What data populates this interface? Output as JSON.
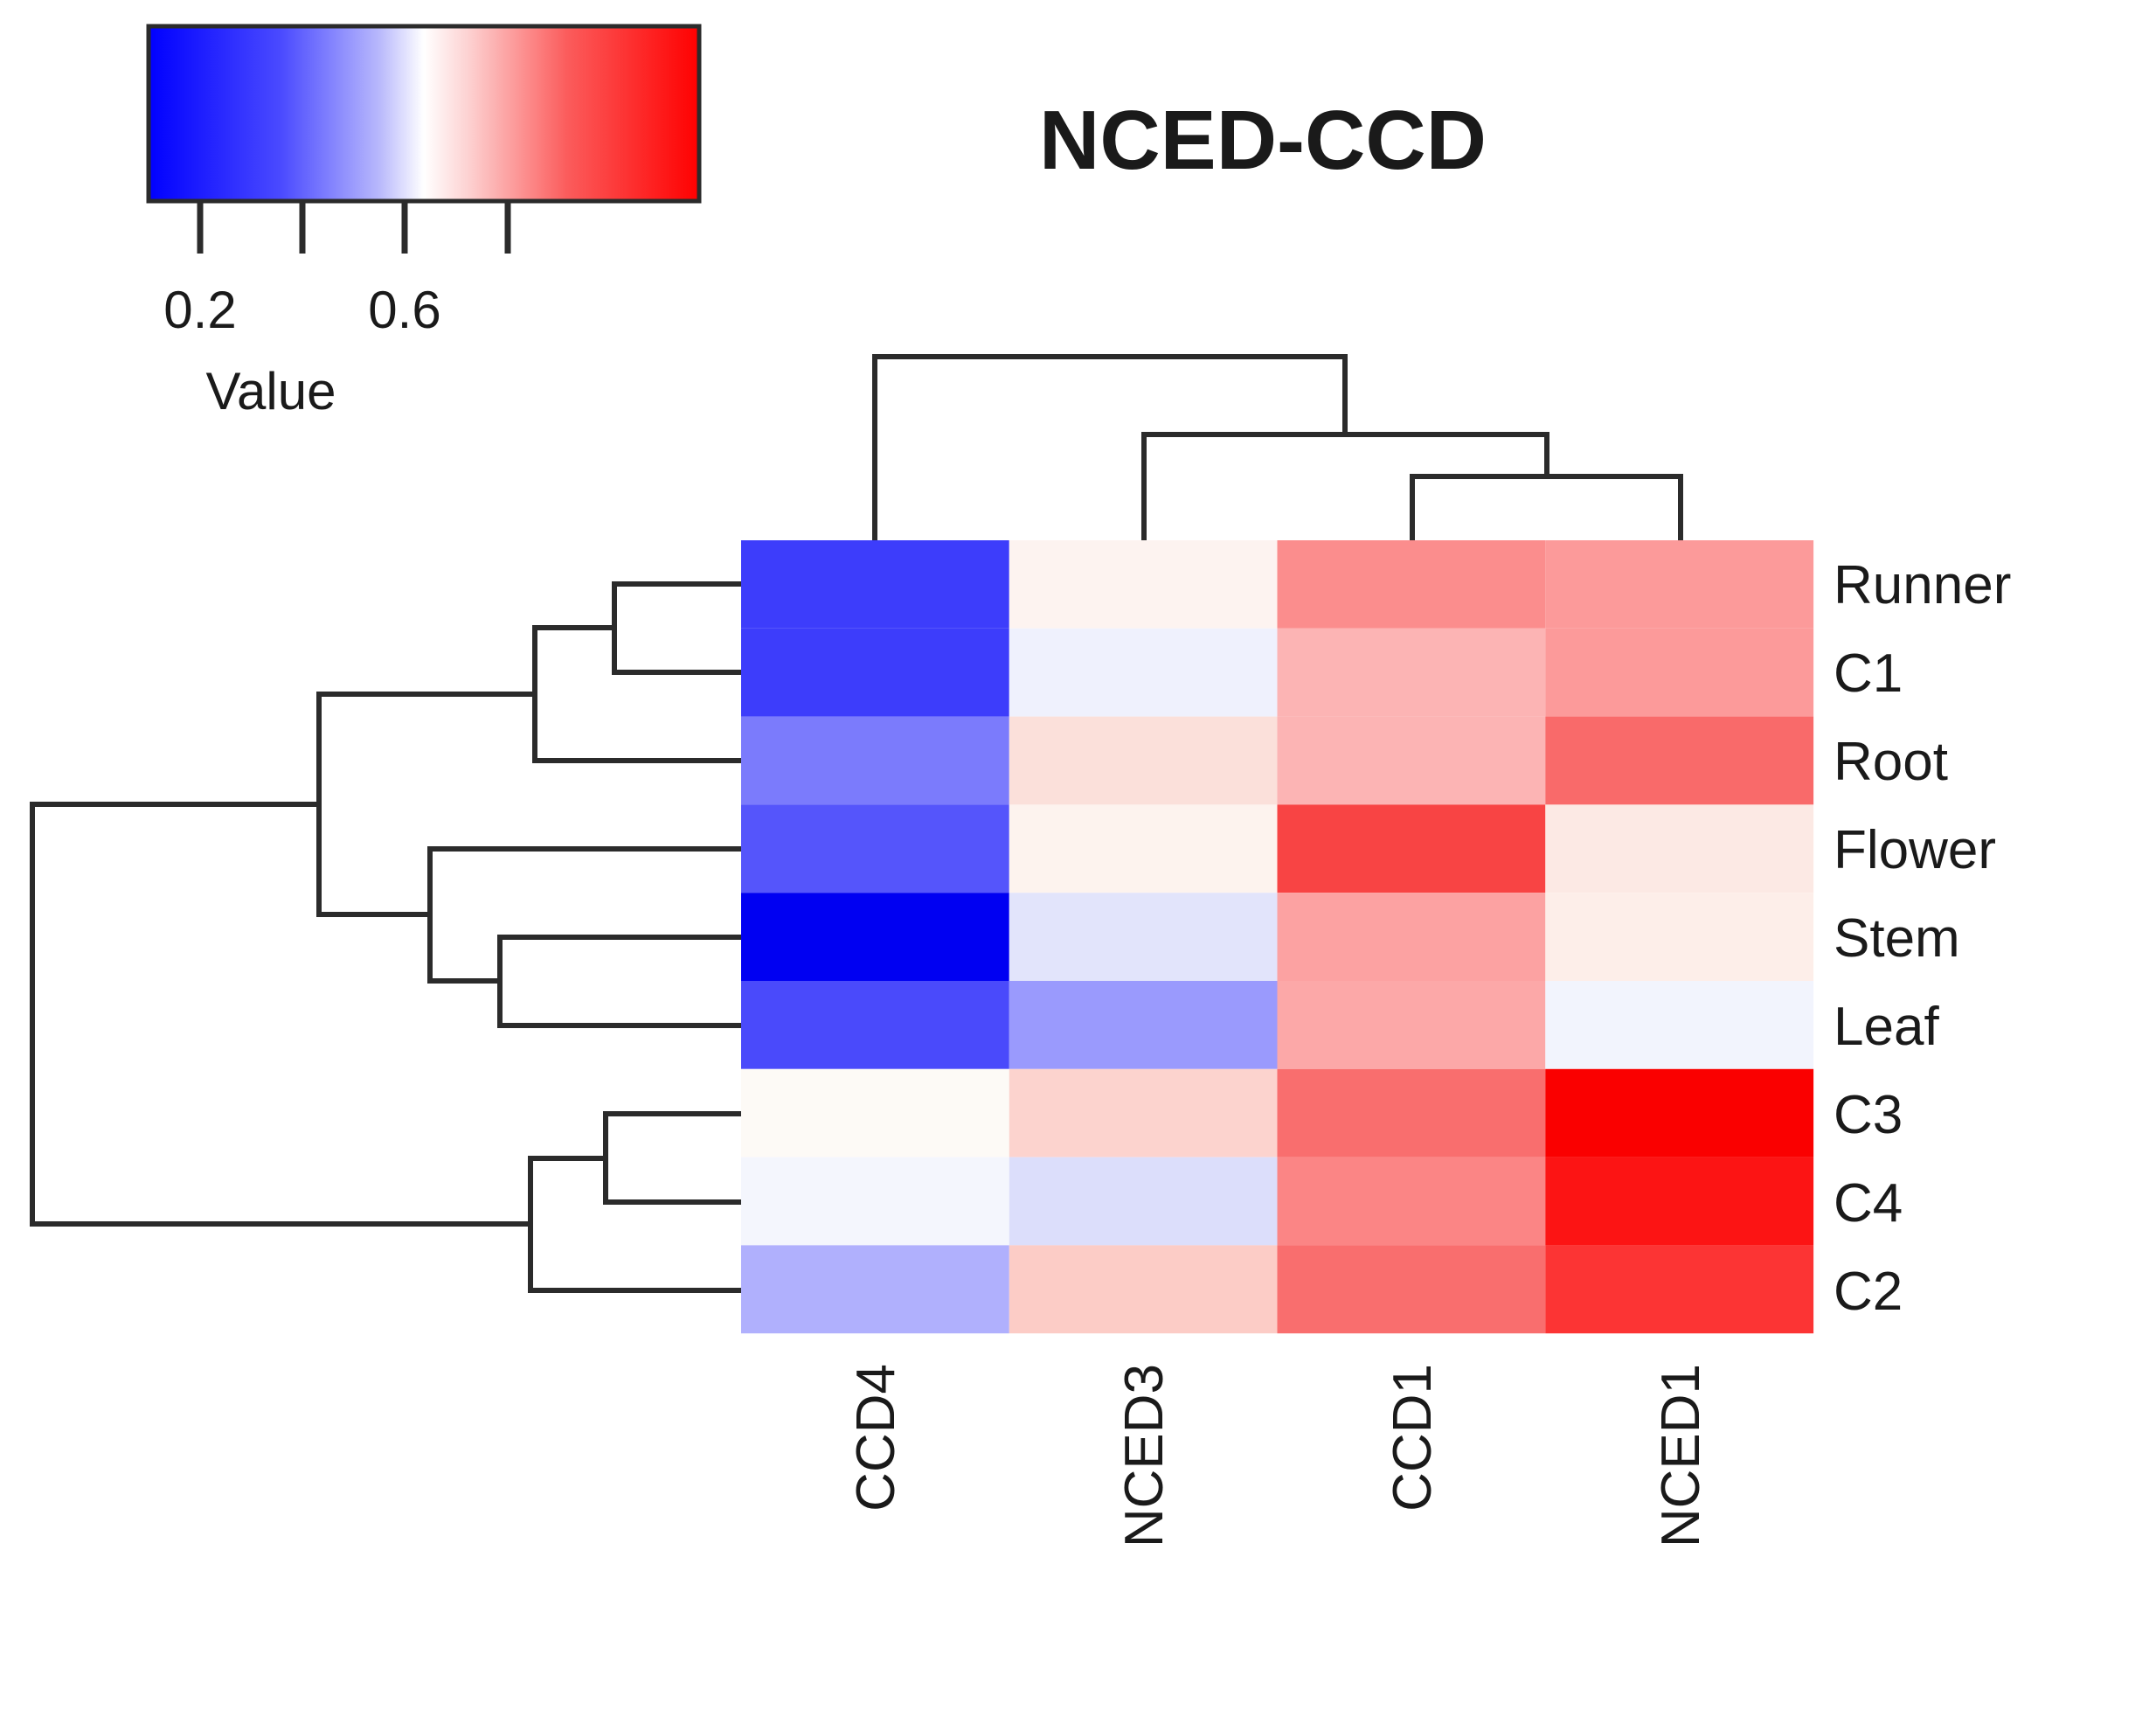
{
  "title": "NCED-CCD",
  "color_key": {
    "axis_label": "Value",
    "tick_labels": [
      "0.2",
      "0.6"
    ],
    "tick_count": 4,
    "low_color": "#0000ff",
    "mid_color": "#ffffff",
    "high_color": "#ff0000"
  },
  "chart_data": {
    "type": "heatmap",
    "title": "NCED-CCD",
    "xlabel": "",
    "ylabel": "",
    "colorbar_label": "Value",
    "colorbar_ticks": [
      0.2,
      0.6
    ],
    "colormap": "bluered",
    "vmin": 0.0,
    "vmax": 0.9,
    "columns": [
      "CCD4",
      "NCED3",
      "CCD1",
      "NCED1"
    ],
    "rows": [
      "Runner",
      "C1",
      "Root",
      "Flower",
      "Stem",
      "Leaf",
      "C3",
      "C4",
      "C2"
    ],
    "values": [
      [
        0.13,
        0.47,
        0.7,
        0.68
      ],
      [
        0.13,
        0.43,
        0.66,
        0.68
      ],
      [
        0.21,
        0.54,
        0.66,
        0.76
      ],
      [
        0.19,
        0.47,
        0.81,
        0.55
      ],
      [
        0.08,
        0.41,
        0.68,
        0.54
      ],
      [
        0.17,
        0.27,
        0.68,
        0.45
      ],
      [
        0.47,
        0.57,
        0.75,
        0.9
      ],
      [
        0.43,
        0.4,
        0.72,
        0.88
      ],
      [
        0.29,
        0.59,
        0.76,
        0.84
      ]
    ],
    "cell_colors": [
      [
        "#3d3dfb",
        "#fdf3f0",
        "#fb8d8d",
        "#fc9a9a"
      ],
      [
        "#3d3dfb",
        "#eff1fd",
        "#fcb4b4",
        "#fc9a9a"
      ],
      [
        "#7b7bfc",
        "#fbe0da",
        "#fcb4b4",
        "#f96a6a"
      ],
      [
        "#5555fb",
        "#fdf3ee",
        "#f84444",
        "#fce9e4"
      ],
      [
        "#0000f2",
        "#e2e4fb",
        "#fca2a2",
        "#fdeee9"
      ],
      [
        "#4a4afb",
        "#9a9afd",
        "#fca8a8",
        "#f2f4fd"
      ],
      [
        "#fdfaf6",
        "#fcd3ce",
        "#f96e6e",
        "#fa0000"
      ],
      [
        "#f4f6fd",
        "#dcdefb",
        "#fb8585",
        "#fc1414"
      ],
      [
        "#b0b0fd",
        "#fcccc6",
        "#f96e6e",
        "#fc3434"
      ]
    ],
    "row_dendrogram": "((((Runner,C1),Root),(Flower,(Stem,Leaf))),((C3,C4),C2))",
    "col_dendrogram": "(CCD4,(NCED3,(CCD1,NCED1)))",
    "grid": false,
    "legend_position": "top-left"
  }
}
